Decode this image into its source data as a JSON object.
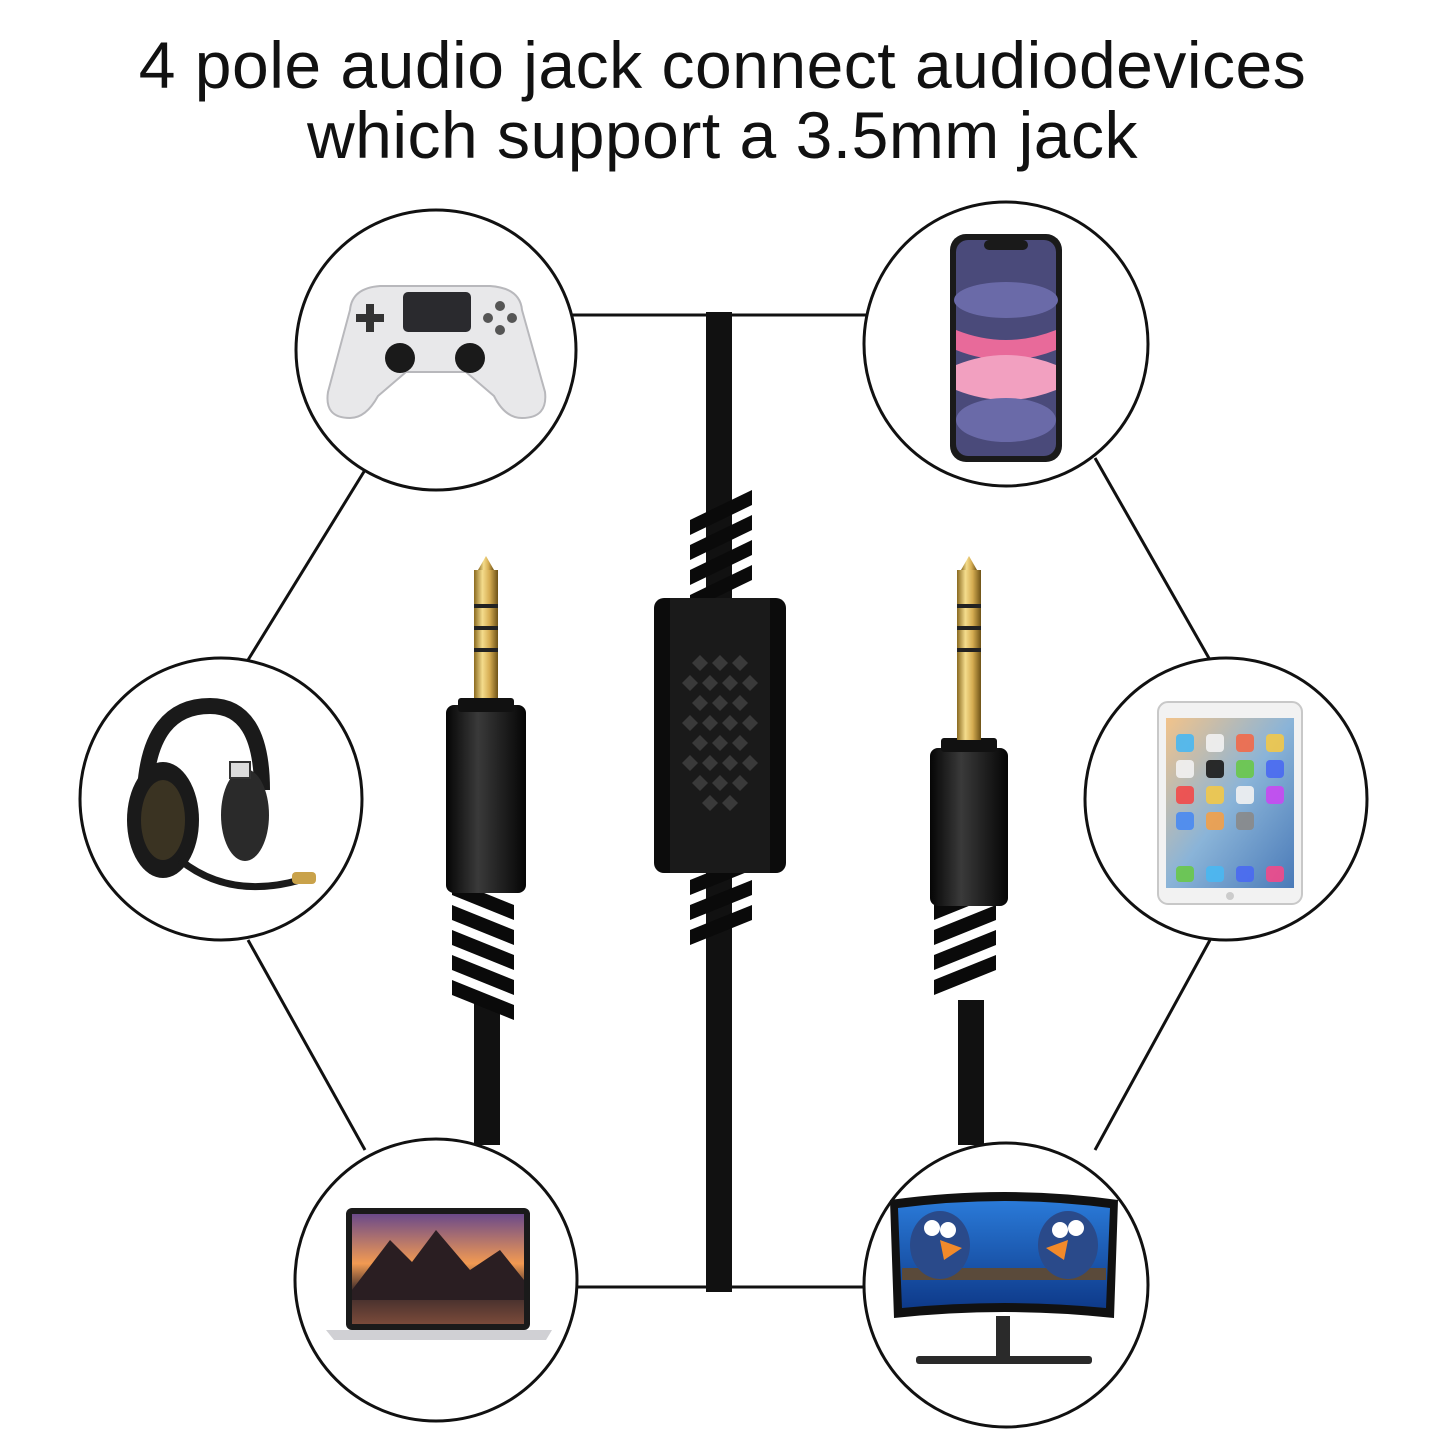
{
  "headline": {
    "line1": "4 pole audio jack connect audiodevices",
    "line2": "which support a 3.5mm jack"
  },
  "devices": [
    {
      "name": "game-controller",
      "icon": "gamepad-icon"
    },
    {
      "name": "smartphone",
      "icon": "phone-icon"
    },
    {
      "name": "gaming-headset",
      "icon": "headset-icon"
    },
    {
      "name": "tablet",
      "icon": "tablet-icon"
    },
    {
      "name": "laptop",
      "icon": "laptop-icon"
    },
    {
      "name": "monitor",
      "icon": "monitor-icon"
    }
  ],
  "colors": {
    "cable": "#111111",
    "gold": "#c9a24a",
    "circle_stroke": "#111111",
    "phone_pink": "#e86a9a"
  }
}
